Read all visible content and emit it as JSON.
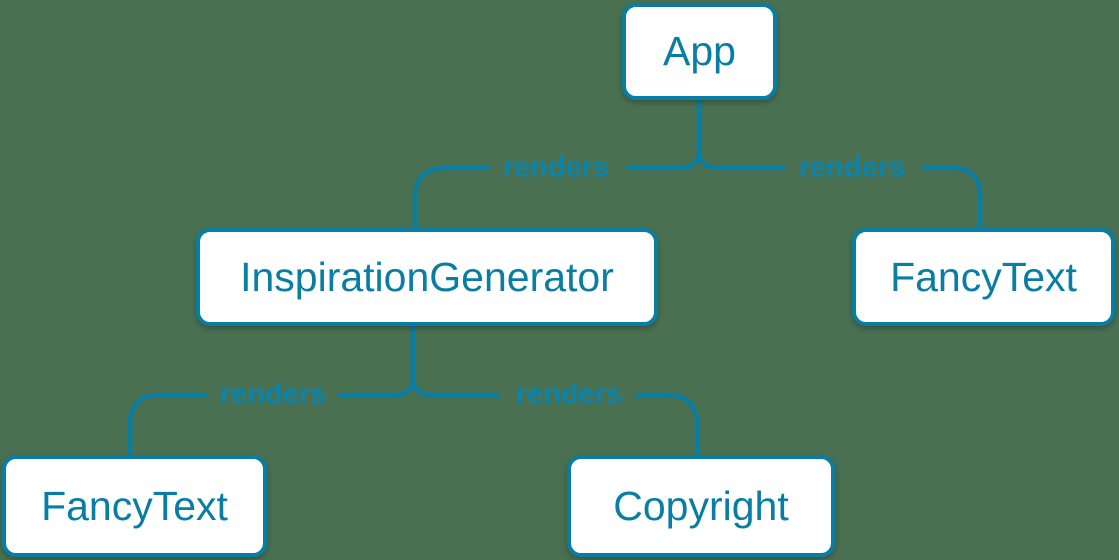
{
  "diagram": {
    "type": "component-render-tree",
    "colors": {
      "background": "#4A7052",
      "accent": "#087EA4",
      "node_fill": "#FFFFFF",
      "edge_label_color": "#0A84AC"
    },
    "nodes": [
      {
        "id": "app",
        "label": "App"
      },
      {
        "id": "inspiration-generator",
        "label": "InspirationGenerator"
      },
      {
        "id": "fancy-text-top",
        "label": "FancyText"
      },
      {
        "id": "fancy-text-bottom",
        "label": "FancyText"
      },
      {
        "id": "copyright",
        "label": "Copyright"
      }
    ],
    "edges": [
      {
        "from": "App",
        "to": "InspirationGenerator",
        "label": "renders"
      },
      {
        "from": "App",
        "to": "FancyText",
        "label": "renders"
      },
      {
        "from": "InspirationGenerator",
        "to": "FancyText",
        "label": "renders"
      },
      {
        "from": "InspirationGenerator",
        "to": "Copyright",
        "label": "renders"
      }
    ]
  }
}
